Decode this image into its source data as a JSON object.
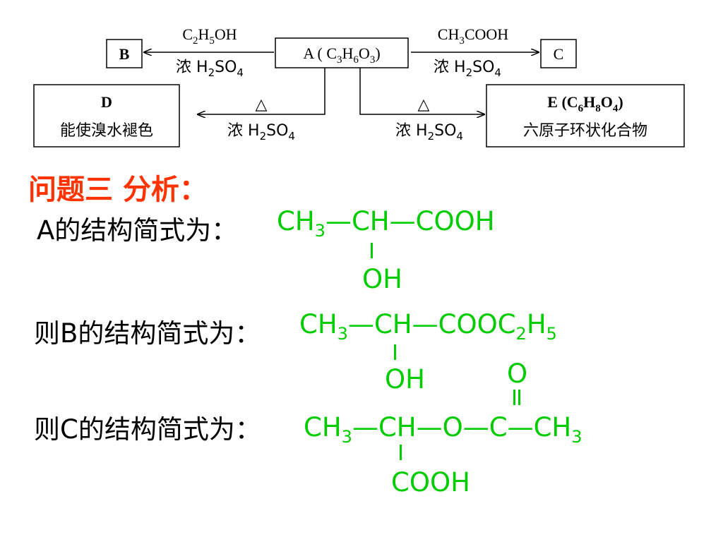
{
  "scheme": {
    "box_a": [
      "A ( C",
      "3",
      "H",
      "6",
      "O",
      "3",
      ")"
    ],
    "box_b": "B",
    "box_c": "C",
    "box_d": {
      "title": "D",
      "desc": "能使溴水褪色"
    },
    "box_e": {
      "title": [
        "E (C",
        "6",
        "H",
        "8",
        "O",
        "4",
        ")"
      ],
      "desc": "六原子环状化合物"
    },
    "arrow_ab": {
      "top": [
        "C",
        "2",
        "H",
        "5",
        "OH"
      ],
      "bottom": [
        "浓 H",
        "2",
        "SO",
        "4"
      ]
    },
    "arrow_ac": {
      "top": [
        "CH",
        "3",
        "COOH"
      ],
      "bottom": [
        "浓 H",
        "2",
        "SO",
        "4"
      ]
    },
    "arrow_ad": {
      "top": "△",
      "bottom": [
        "浓 H",
        "2",
        "SO",
        "4"
      ]
    },
    "arrow_ae": {
      "top": "△",
      "bottom": [
        "浓 H",
        "2",
        "SO",
        "4"
      ]
    }
  },
  "analysis": {
    "heading": "问题三 分析：",
    "a": {
      "label": "A的结构简式为：",
      "main": [
        "CH",
        "3",
        "—CH—COOH"
      ],
      "branch": "OH"
    },
    "b": {
      "label": "则B的结构简式为：",
      "main": [
        "CH",
        "3",
        "—CH—COOC",
        "2",
        "H",
        "5"
      ],
      "branch": "OH",
      "top_atom": "O"
    },
    "c": {
      "label": "则C的结构简式为：",
      "main": [
        "CH",
        "3",
        "—CH—O—C—CH",
        "3"
      ],
      "branch": "COOH"
    }
  }
}
